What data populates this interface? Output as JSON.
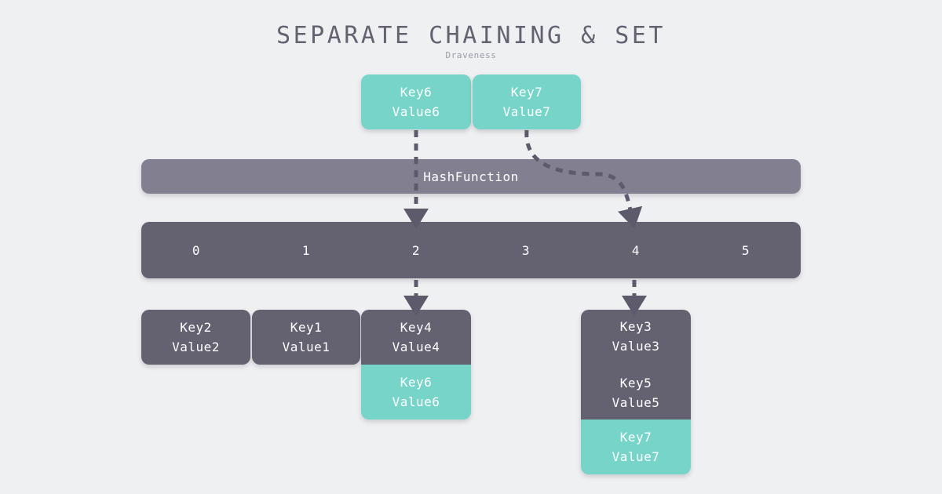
{
  "header": {
    "title": "SEPARATE CHAINING & SET",
    "subtitle": "Draveness"
  },
  "colors": {
    "background": "#eff0f2",
    "teal": "#76d5c8",
    "dark_gray": "#646171",
    "hash_bar_gray": "#828090",
    "title_text": "#646271",
    "subtitle_text": "#9b9aa6",
    "node_text": "#ffffff",
    "arrow": "#5d5b6b"
  },
  "incoming": {
    "label": "incoming-entries",
    "items": [
      {
        "key": "Key6",
        "value": "Value6",
        "color": "teal"
      },
      {
        "key": "Key7",
        "value": "Value7",
        "color": "teal"
      }
    ]
  },
  "hash_function": {
    "label": "HashFunction"
  },
  "bucket_array": {
    "label": "bucket-index-array",
    "indices": [
      "0",
      "1",
      "2",
      "3",
      "4",
      "5"
    ]
  },
  "chains": [
    {
      "bucket": "0",
      "entries": [
        {
          "key": "Key2",
          "value": "Value2",
          "color": "gray"
        }
      ]
    },
    {
      "bucket": "1",
      "entries": [
        {
          "key": "Key1",
          "value": "Value1",
          "color": "gray"
        }
      ]
    },
    {
      "bucket": "2",
      "entries": [
        {
          "key": "Key4",
          "value": "Value4",
          "color": "gray"
        },
        {
          "key": "Key6",
          "value": "Value6",
          "color": "teal"
        }
      ]
    },
    {
      "bucket": "4",
      "entries": [
        {
          "key": "Key3",
          "value": "Value3",
          "color": "gray"
        },
        {
          "key": "Key5",
          "value": "Value5",
          "color": "gray"
        },
        {
          "key": "Key7",
          "value": "Value7",
          "color": "teal"
        }
      ]
    }
  ]
}
